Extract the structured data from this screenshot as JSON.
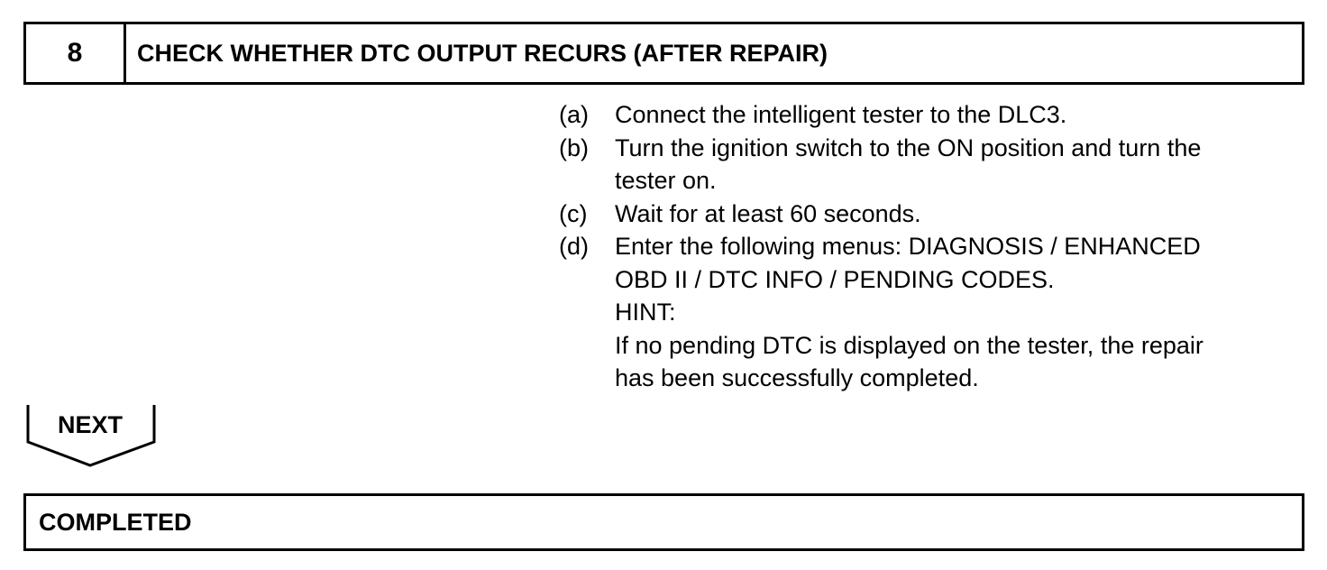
{
  "step": {
    "number": "8",
    "title": "CHECK WHETHER DTC OUTPUT RECURS (AFTER REPAIR)"
  },
  "instructions": [
    {
      "marker": "(a)",
      "lines": [
        "Connect the intelligent tester to the DLC3."
      ]
    },
    {
      "marker": "(b)",
      "lines": [
        "Turn the ignition switch to the ON position and turn the",
        "tester on."
      ]
    },
    {
      "marker": "(c)",
      "lines": [
        "Wait for at least 60 seconds."
      ]
    },
    {
      "marker": "(d)",
      "lines": [
        "Enter the following menus: DIAGNOSIS / ENHANCED",
        "OBD II / DTC INFO / PENDING CODES.",
        "HINT:",
        "If no pending DTC is displayed on the tester, the repair",
        "has been successfully completed."
      ]
    }
  ],
  "next_button": {
    "label": "NEXT"
  },
  "result": {
    "label": "COMPLETED"
  }
}
